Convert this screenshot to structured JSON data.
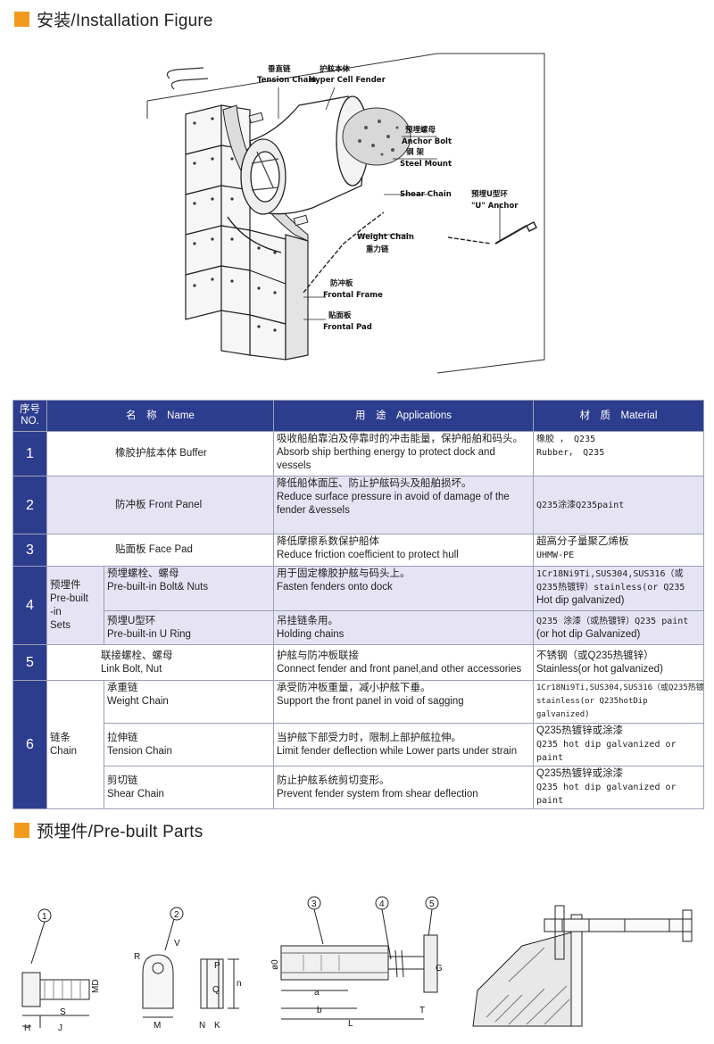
{
  "section1": {
    "title": "安装/Installation Figure"
  },
  "section2": {
    "title": "预埋件/Pre-built Parts"
  },
  "figure": {
    "callouts": {
      "tension_cn": "垂直链",
      "tension_en": "Tension Chain",
      "body_cn": "护舷本体",
      "body_en": "Hyper Cell Fender",
      "anchor_cn": "预埋螺母",
      "anchor_en": "Anchor Bolt",
      "mount_cn": "钢 架",
      "mount_en": "Steel Mount",
      "shear_en": "Shear Chain",
      "u_cn": "预埋U型环",
      "u_en": "\"U\" Anchor",
      "weight_en": "Weight Chain",
      "weight_cn": "重力链",
      "frame_cn": "防冲板",
      "frame_en": "Frontal Frame",
      "pad_cn": "贴面板",
      "pad_en": "Frontal Pad"
    }
  },
  "table": {
    "headers": {
      "no_cn": "序号",
      "no_en": "NO.",
      "name": "名　称　Name",
      "app": "用　途　Applications",
      "mat": "材　质　Material"
    },
    "rows": {
      "r1": {
        "no": "1",
        "name": "橡胶护舷本体  Buffer",
        "app1": "吸收船舶靠泊及停靠时的冲击能量，保护船舶和码头。",
        "app2": "Absorb ship berthing energy to protect dock and",
        "app3": "vessels",
        "mat1": "橡胶 ， Q235",
        "mat2": "Rubber， Q235"
      },
      "r2": {
        "no": "2",
        "name": "防冲板  Front Panel",
        "app1": "降低船体面压、防止护舷码头及船舶损坏。",
        "app2": "Reduce surface pressure in avoid of damage of the",
        "app3": "fender &vessels",
        "mat1": "Q235涂漆Q235paint"
      },
      "r3": {
        "no": "3",
        "name": "贴面板  Face Pad",
        "app1": "降低摩擦系数保护船体",
        "app2": "Reduce friction coefficient to protect hull",
        "mat1": "超高分子量聚乙烯板",
        "mat2": "UHMW-PE"
      },
      "r4": {
        "no": "4",
        "group": "预埋件",
        "group_en1": "Pre-built",
        "group_en2": "-in",
        "group_en3": "Sets",
        "a_name1": "预埋螺栓、螺母",
        "a_name2": "Pre-built-in Bolt& Nuts",
        "a_app1": "用于固定橡胶护舷与码头上。",
        "a_app2": "Fasten fenders onto dock",
        "a_mat1": "1Cr18Ni9Ti,SUS304,SUS316（或",
        "a_mat2": "Q235热镀锌）stainless(or Q235",
        "a_mat3": "Hot dip galvanized)",
        "b_name1": "预埋U型环",
        "b_name2": "Pre-built-in U Ring",
        "b_app1": "吊挂链条用。",
        "b_app2": "Holding chains",
        "b_mat1": "Q235 涂漆（或热镀锌）Q235 paint",
        "b_mat2": "(or hot dip Galvanized)"
      },
      "r5": {
        "no": "5",
        "name1": "联接螺栓、螺母",
        "name2": "Link Bolt, Nut",
        "app1": "护舷与防冲板联接",
        "app2": "Connect fender and front panel,and other accessories",
        "mat1": "不锈钢（或Q235热镀锌）",
        "mat2": "Stainless(or hot galvanized)"
      },
      "r6": {
        "no": "6",
        "group": "链条",
        "group_en": "Chain",
        "a_name1": "承重链",
        "a_name2": "Weight Chain",
        "a_app1": "承受防冲板重量，减小护舷下垂。",
        "a_app2": "Support the front panel in void of sagging",
        "a_mat1": "1Cr18Ni9Ti,SUS304,SUS316（或Q235热镀锌",
        "a_mat2": "stainless(or Q235hotDip galvanized)",
        "b_name1": "拉伸链",
        "b_name2": "Tension Chain",
        "b_app1": "当护舷下部受力时，限制上部护舷拉伸。",
        "b_app2": "Limit fender deflection while Lower parts under strain",
        "b_mat1": "Q235热镀锌或涂漆",
        "b_mat2": "Q235  hot dip galvanized or paint",
        "c_name1": "剪切链",
        "c_name2": "Shear Chain",
        "c_app1": "防止护舷系统剪切变形。",
        "c_app2": "Prevent fender system from shear deflection",
        "c_mat1": "Q235热镀锌或涂漆",
        "c_mat2": "Q235  hot dip galvanized or paint"
      }
    }
  },
  "parts": {
    "labels": {
      "n1": "1",
      "n2": "2",
      "n3": "3",
      "n4": "4",
      "n5": "5",
      "H": "H",
      "J": "J",
      "S": "S",
      "MD": "MD",
      "R": "R",
      "V": "V",
      "M": "M",
      "N": "N",
      "Q": "Q",
      "P": "P",
      "n": "n",
      "K": "K",
      "phiD": "ø0",
      "a": "a",
      "b": "b",
      "L": "L",
      "T": "T",
      "G": "G"
    }
  }
}
